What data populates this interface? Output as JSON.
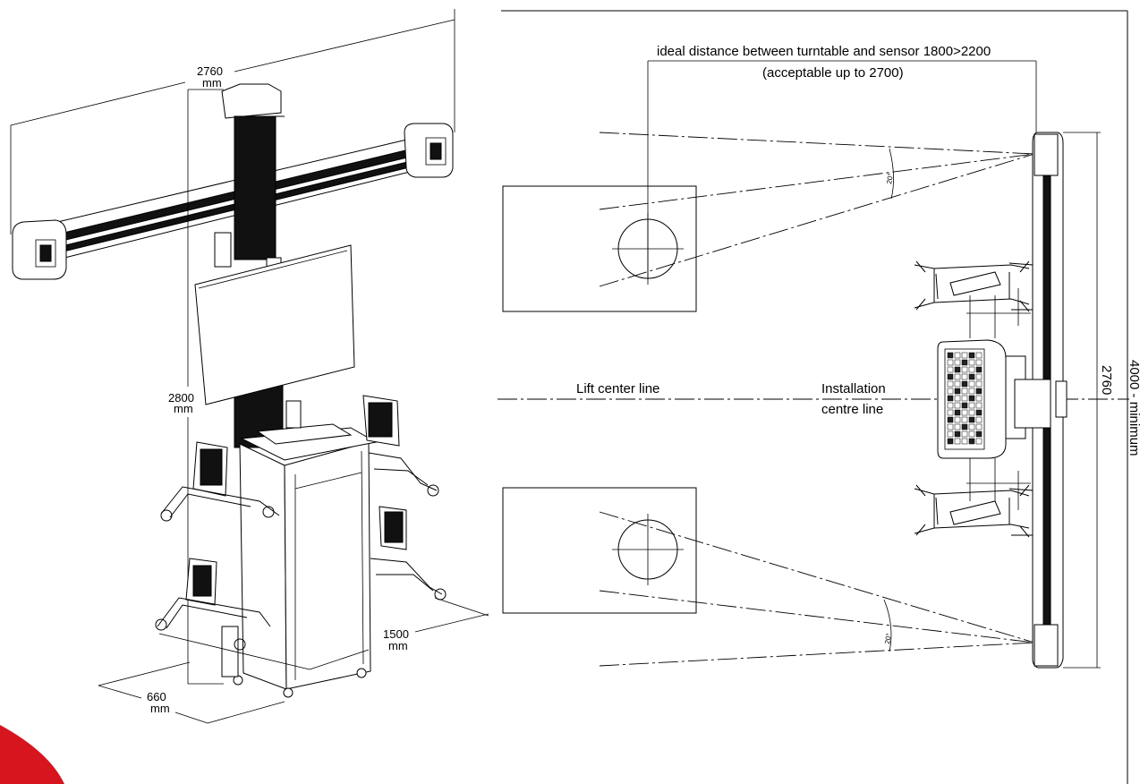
{
  "perspective_view": {
    "dimensions": {
      "top_width": {
        "value": "2760",
        "unit": "mm"
      },
      "height": {
        "value": "2800",
        "unit": "mm"
      },
      "depth": {
        "value": "1500",
        "unit": "mm"
      },
      "base_width": {
        "value": "660",
        "unit": "mm"
      }
    }
  },
  "plan_view": {
    "ideal_distance_line1": "ideal distance between turntable and sensor 1800>2200",
    "ideal_distance_line2": "(acceptable up to 2700)",
    "lift_center_line": "Lift center line",
    "installation_line1": "Installation",
    "installation_line2": "centre line",
    "beam_dimension": "2760",
    "outer_dimension": "4000 - minimum",
    "angle_upper": "20°",
    "angle_lower": "20°"
  },
  "accent_color": "#d7151f"
}
